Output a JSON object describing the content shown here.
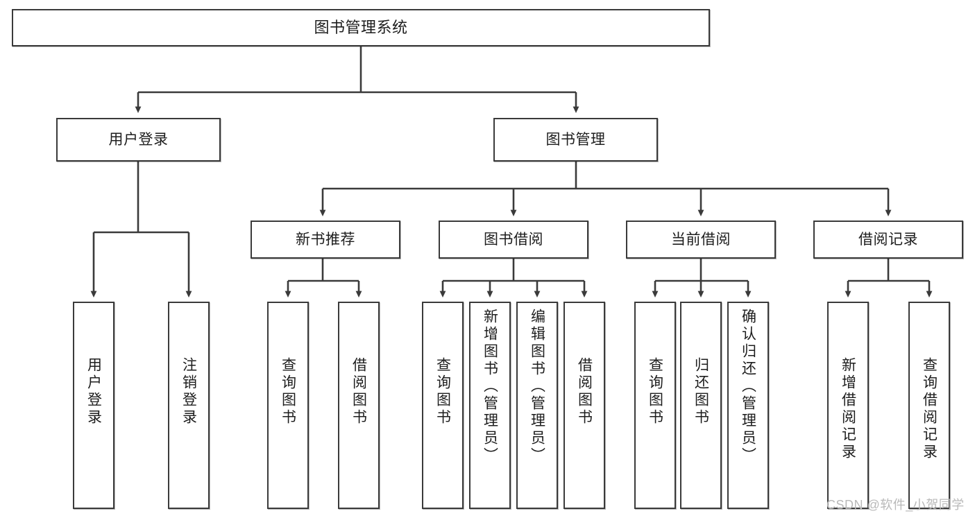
{
  "diagram": {
    "title": "图书管理系统",
    "root": {
      "label": "图书管理系统"
    },
    "level1": [
      {
        "label": "用户登录"
      },
      {
        "label": "图书管理"
      }
    ],
    "level2": [
      {
        "label": "新书推荐"
      },
      {
        "label": "图书借阅"
      },
      {
        "label": "当前借阅"
      },
      {
        "label": "借阅记录"
      }
    ],
    "leaves": {
      "user_login": [
        {
          "label": "用户登录"
        },
        {
          "label": "注销登录"
        }
      ],
      "new_book_recommend": [
        {
          "label": "查询图书"
        },
        {
          "label": "借阅图书"
        }
      ],
      "book_borrow": [
        {
          "label": "查询图书"
        },
        {
          "label": "新增图书（管理员）"
        },
        {
          "label": "编辑图书（管理员）"
        },
        {
          "label": "借阅图书"
        }
      ],
      "current_borrow": [
        {
          "label": "查询图书"
        },
        {
          "label": "归还图书"
        },
        {
          "label": "确认归还（管理员）"
        }
      ],
      "borrow_record": [
        {
          "label": "新增借阅记录"
        },
        {
          "label": "查询借阅记录"
        }
      ]
    },
    "colors": {
      "stroke": "#3a3a3a",
      "text": "#1d1d1d",
      "background": "#ffffff",
      "watermark": "#b9b9b9"
    }
  },
  "watermark": {
    "text": "CSDN @软件_小贺同学"
  }
}
